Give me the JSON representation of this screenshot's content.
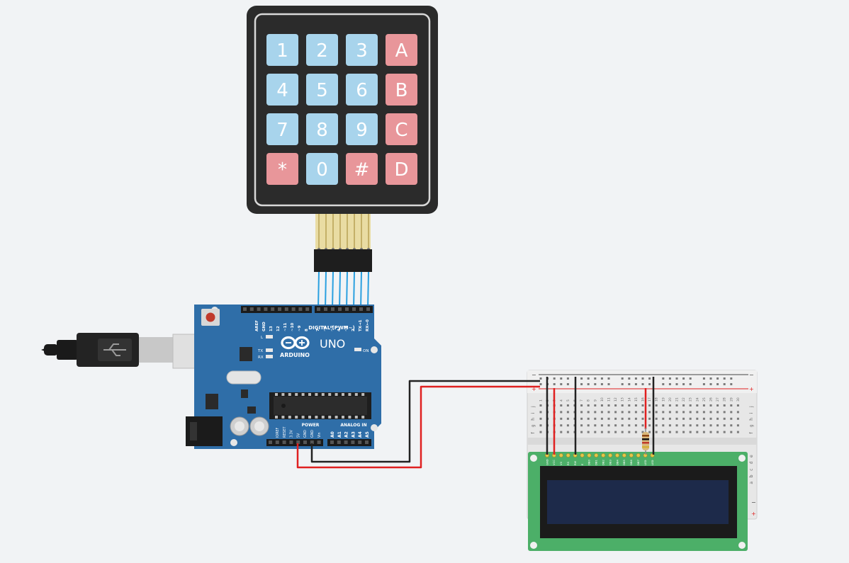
{
  "keypad": {
    "keys": [
      {
        "label": "1",
        "kind": "digit"
      },
      {
        "label": "2",
        "kind": "digit"
      },
      {
        "label": "3",
        "kind": "digit"
      },
      {
        "label": "A",
        "kind": "letter"
      },
      {
        "label": "4",
        "kind": "digit"
      },
      {
        "label": "5",
        "kind": "digit"
      },
      {
        "label": "6",
        "kind": "digit"
      },
      {
        "label": "B",
        "kind": "letter"
      },
      {
        "label": "7",
        "kind": "digit"
      },
      {
        "label": "8",
        "kind": "digit"
      },
      {
        "label": "9",
        "kind": "digit"
      },
      {
        "label": "C",
        "kind": "letter"
      },
      {
        "label": "*",
        "kind": "letter"
      },
      {
        "label": "0",
        "kind": "digit"
      },
      {
        "label": "#",
        "kind": "letter"
      },
      {
        "label": "D",
        "kind": "letter"
      }
    ]
  },
  "arduino": {
    "logo_text": "ARDUINO",
    "model": "UNO",
    "on_label": "ON",
    "led_l": "L",
    "led_tx": "TX",
    "led_rx": "RX",
    "digital_label": "DIGITAL (PWM~)",
    "power_label": "POWER",
    "analog_label": "ANALOG IN",
    "top_pins": [
      "AREF",
      "GND",
      "13",
      "12",
      "~11",
      "~10",
      "~9",
      "8",
      "7",
      "~6",
      "~5",
      "4",
      "~3",
      "2",
      "TX→1",
      "RX←0"
    ],
    "power_pins": [
      "IOREF",
      "RESET",
      "3.3V",
      "5V",
      "GND",
      "GND",
      "Vin"
    ],
    "analog_pins": [
      "A0",
      "A1",
      "A2",
      "A3",
      "A4",
      "A5"
    ]
  },
  "breadboard": {
    "column_numbers": [
      "1",
      "2",
      "3",
      "4",
      "5",
      "6",
      "7",
      "8",
      "9",
      "10",
      "11",
      "12",
      "13",
      "14",
      "15",
      "16",
      "17",
      "18",
      "19",
      "20",
      "21",
      "22",
      "23",
      "24",
      "25",
      "26",
      "27",
      "28",
      "29",
      "30"
    ],
    "row_letters_top": [
      "j",
      "i",
      "h",
      "g",
      "f"
    ],
    "row_letters_bottom": [
      "e",
      "d",
      "c",
      "b",
      "a"
    ],
    "rail_minus": "−",
    "rail_plus": "+"
  },
  "lcd": {
    "pin_labels": [
      "GND",
      "VCC",
      "V0",
      "RS",
      "RW",
      "E",
      "DB0",
      "DB1",
      "DB2",
      "DB3",
      "DB4",
      "DB5",
      "DB6",
      "DB7",
      "LED",
      "LED"
    ]
  },
  "colors": {
    "background": "#f1f3f5",
    "keypad_body": "#2b2b2b",
    "key_digit": "#a8d4ec",
    "key_letter": "#e8969a",
    "arduino_board": "#2f6ea8",
    "lcd_board": "#4caf68",
    "lcd_screen": "#1d2a4a",
    "wire_red": "#e02020",
    "wire_black": "#222222",
    "wire_blue": "#2aa0e0"
  }
}
